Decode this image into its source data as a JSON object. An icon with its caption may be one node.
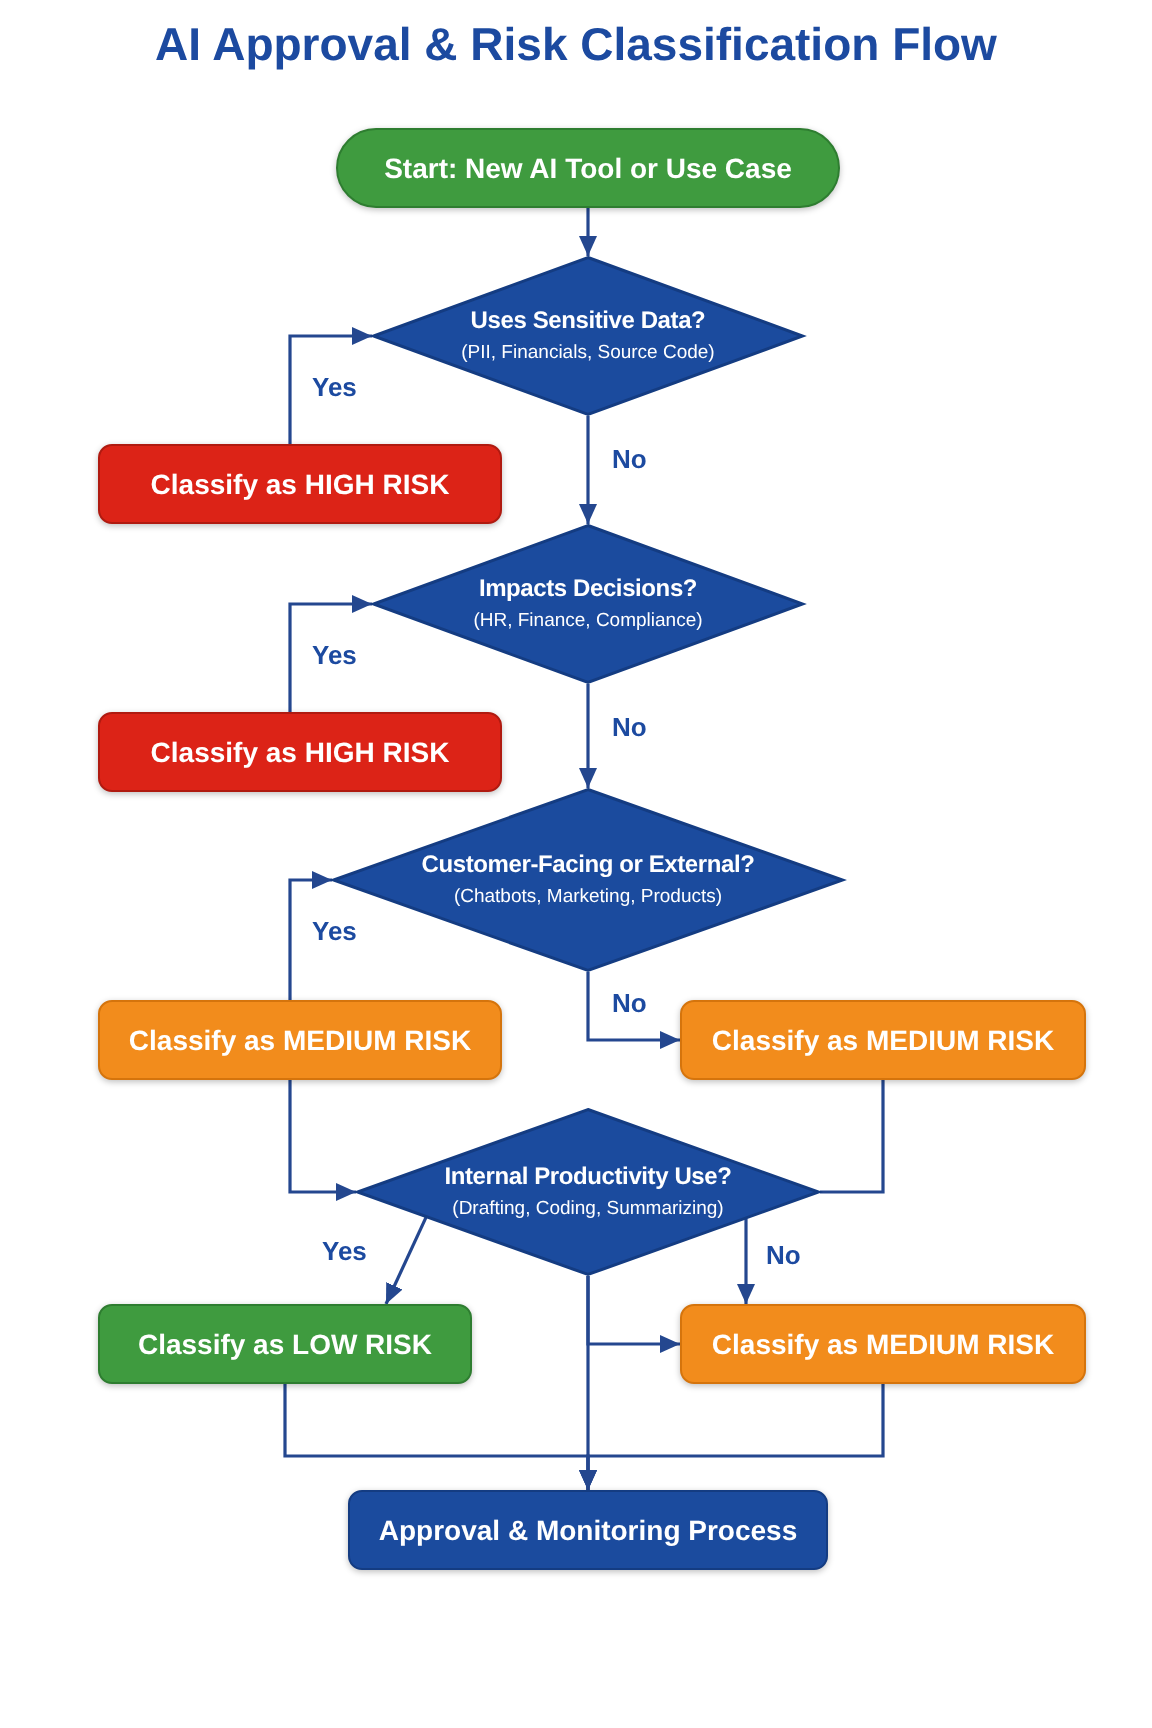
{
  "diagram": {
    "title": "AI Approval & Risk Classification Flow",
    "nodes": [
      {
        "text": [
          "Start: New AI Tool or Use Case"
        ]
      },
      {
        "text": [
          "Uses Sensitive Data?",
          "(PII, Financials, Source Code)"
        ]
      },
      {
        "text": [
          "Classify as HIGH RISK"
        ]
      },
      {
        "text": [
          "Impacts Decisions?",
          "(HR, Finance, Compliance)"
        ]
      },
      {
        "text": [
          "Classify as HIGH RISK"
        ]
      },
      {
        "text": [
          "Customer-Facing or External?",
          "(Chatbots, Marketing, Products)"
        ]
      },
      {
        "text": [
          "Classify as MEDIUM RISK"
        ]
      },
      {
        "text": [
          "Classify as MEDIUM RISK"
        ]
      },
      {
        "text": [
          "Internal Productivity Use?",
          "(Drafting, Coding, Summarizing)"
        ]
      },
      {
        "text": [
          "Classify as LOW RISK"
        ]
      },
      {
        "text": [
          "Classify as MEDIUM RISK"
        ]
      },
      {
        "text": [
          "Approval & Monitoring Process"
        ]
      }
    ],
    "edges": [
      {
        "from": 0,
        "to": 1,
        "arrow": "to"
      },
      {
        "from": 2,
        "to": 1,
        "arrow": "to",
        "label": "Yes"
      },
      {
        "from": 1,
        "to": 3,
        "arrow": "to",
        "label": "No"
      },
      {
        "from": 4,
        "to": 3,
        "arrow": "to",
        "label": "Yes"
      },
      {
        "from": 3,
        "to": 5,
        "arrow": "to",
        "label": "No"
      },
      {
        "from": 6,
        "to": 5,
        "arrow": "to",
        "label": "Yes"
      },
      {
        "from": 5,
        "to": 7,
        "arrow": "to",
        "label": "No"
      },
      {
        "from": 6,
        "to": 8,
        "arrow": "to"
      },
      {
        "from": 7,
        "to": 8,
        "arrow": "none"
      },
      {
        "from": 8,
        "to": 9,
        "arrow": "to",
        "label": "Yes"
      },
      {
        "from": 8,
        "to": 10,
        "arrow": "to",
        "label": "No"
      },
      {
        "from": 8,
        "to": 10,
        "arrow": "to"
      },
      {
        "from": 8,
        "to": 11,
        "arrow": "to"
      },
      {
        "from": 9,
        "to": 11,
        "arrow": "to"
      },
      {
        "from": 10,
        "to": 11,
        "arrow": "to"
      }
    ]
  }
}
